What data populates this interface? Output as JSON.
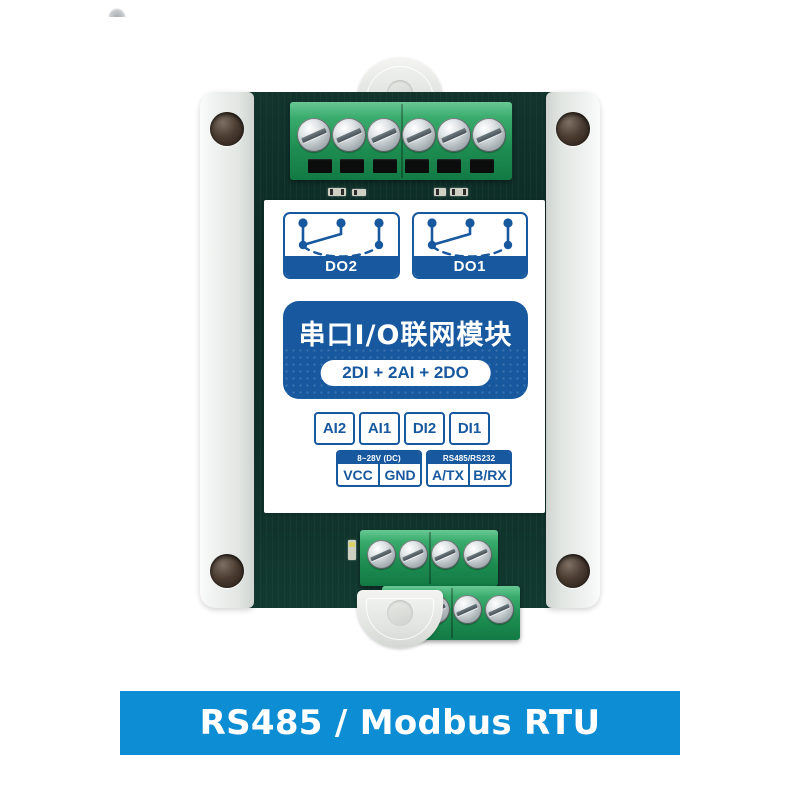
{
  "product": {
    "title_cn": "串口I/O联网模块",
    "spec_pill": "2DI + 2AI + 2DO",
    "relays": [
      {
        "name": "DO2",
        "icon": "relay-contact-icon"
      },
      {
        "name": "DO1",
        "icon": "relay-contact-icon"
      }
    ],
    "io_terminals": [
      "AI2",
      "AI1",
      "DI2",
      "DI1"
    ],
    "power_group": {
      "header": "8~28V (DC)",
      "pins": [
        "VCC",
        "GND"
      ]
    },
    "serial_group": {
      "header": "RS485/RS232",
      "pins": [
        "A/TX",
        "B/RX"
      ]
    }
  },
  "banner": {
    "text": "RS485  / Modbus RTU"
  },
  "colors": {
    "label_blue": "#17589f",
    "banner_blue": "#0d8ed4",
    "terminal_green": "#1e8d51",
    "case_white": "#eef1ef",
    "pcb_dark": "#0e2f28"
  },
  "hardware": {
    "top_terminal_screws": 6,
    "bottom_terminal_screws_row1": 4,
    "bottom_terminal_screws_row2": 4,
    "mounting_holes": 4,
    "mounting_tabs": 2
  }
}
